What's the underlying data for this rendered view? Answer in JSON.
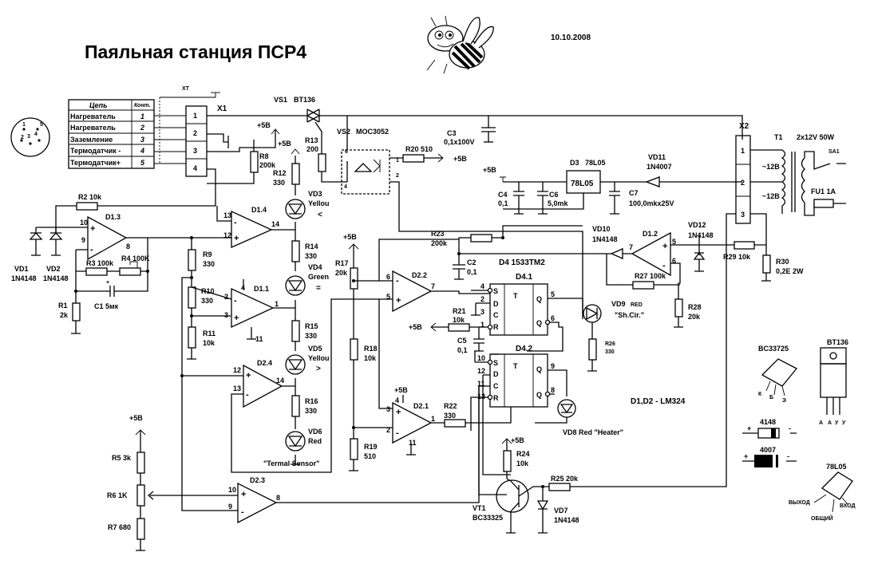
{
  "title": "Паяльная  станция  ПСР4",
  "date": "10.10.2008",
  "connector_table": {
    "header": [
      "Цепь",
      "Конт."
    ],
    "rows": [
      [
        "Нагреватель",
        "1"
      ],
      [
        "Нагреватель",
        "2"
      ],
      [
        "Заземление",
        "3"
      ],
      [
        "Термодатчик -",
        "4"
      ],
      [
        "Термодатчик+",
        "5"
      ]
    ]
  },
  "labels": {
    "x1": "X1",
    "x2": "X2",
    "xt": "XT",
    "plus5": "+5B",
    "vs1": "VS1",
    "bt136": "BT136",
    "vs2": "VS2",
    "moc": "MOC3052",
    "r20": "R20 510",
    "c3": "C3",
    "c3v": "0,1x100V",
    "d3": "D3",
    "d3p": "78L05",
    "d3chip": "78L05",
    "vd11": "VD11",
    "vd11p": "1N4007",
    "t1": "T1",
    "t1v": "2x12V 50W",
    "sa1": "SA1",
    "fu1": "FU1 1A",
    "tv12": "~12B",
    "c4": "C4",
    "c4v": "0,1",
    "c6": "C6",
    "c6v": "5,0mk",
    "c7": "C7",
    "c7v": "100,0mkx25V",
    "r8": "R8",
    "r8v": "200k",
    "r13": "R13",
    "r13v": "200",
    "r12": "R12",
    "r12v": "330",
    "r2": "R2 10k",
    "d13": "D1.3",
    "d14": "D1.4",
    "d11": "D1.1",
    "d24": "D2.4",
    "d22": "D2.2",
    "d21": "D2.1",
    "d23": "D2.3",
    "d12": "D1.2",
    "vd3": "VD3",
    "vd3c": "Yellou",
    "vd4": "VD4",
    "vd4c": "Green",
    "vd5": "VD5",
    "vd5c": "Yellou",
    "vd6": "VD6",
    "vd6c": "Red",
    "r14": "R14",
    "r14v": "330",
    "r15": "R15",
    "r15v": "330",
    "r16": "R16",
    "r16v": "330",
    "vd1": "VD1",
    "vd1p": "1N4148",
    "vd2": "VD2",
    "vd2p": "1N4148",
    "r3": "R3 100k",
    "r4": "R4 100K",
    "r1": "R1",
    "r1v": "2k",
    "c1": "C1  5мк",
    "r9": "R9",
    "r9v": "330",
    "r10": "R10",
    "r10v": "330",
    "r11": "R11",
    "r11v": "10k",
    "r17": "R17",
    "r17v": "20k",
    "r18": "R18",
    "r18v": "10k",
    "r19": "R19",
    "r19v": "510",
    "r23": "R23",
    "r23v": "200k",
    "c2": "C2",
    "c2v": "0,1",
    "d4": "D4 1533TM2",
    "d41": "D4.1",
    "d42": "D4.2",
    "r21": "R21",
    "r21v": "10k",
    "c5": "C5",
    "c5v": "0,1",
    "vd10": "VD10",
    "vd10p": "1N4148",
    "vd12": "VD12",
    "vd12p": "1N4148",
    "r27": "R27  100k",
    "r28": "R28",
    "r28v": "20k",
    "r29": "R29  10k",
    "r30": "R30",
    "r30v": "0,2E 2W",
    "vd9": "VD9",
    "vd9c": "RED",
    "vd9t": "\"Sh.Cir.\"",
    "r26": "R26",
    "r26v": "330",
    "r22": "R22",
    "r22v": "330",
    "vd8": "VD8 Red  \"Heater\"",
    "r24": "R24",
    "r24v": "10k",
    "r25": "R25 20k",
    "vt1": "VT1",
    "vt1p": "BC33325",
    "vd7": "VD7",
    "vd7p": "1N4148",
    "r5": "R5  3k",
    "r6": "R6  1K",
    "r7": "R7  680",
    "termal": "\"Termal Sensor\"",
    "lm324": "D1,D2 - LM324",
    "bc": "BC33725",
    "bt": "BT136",
    "d4148": "4148",
    "d4007": "4007",
    "pins_ebc": [
      "К",
      "Б",
      "Э"
    ],
    "pins_aay": [
      "А",
      "А",
      "У",
      "У"
    ],
    "l78_out": "ВЫХОД",
    "l78_in": "ВХОД",
    "l78_gnd": "ОБЩИЙ",
    "din_pins": [
      "1",
      "2",
      "3",
      "4",
      "5"
    ],
    "lt": "<",
    "eq": "=",
    "gt": ">",
    "ff_s": "S",
    "ff_t": "T",
    "ff_d": "D",
    "ff_c": "C",
    "ff_r": "R",
    "ff_q": "Q"
  }
}
